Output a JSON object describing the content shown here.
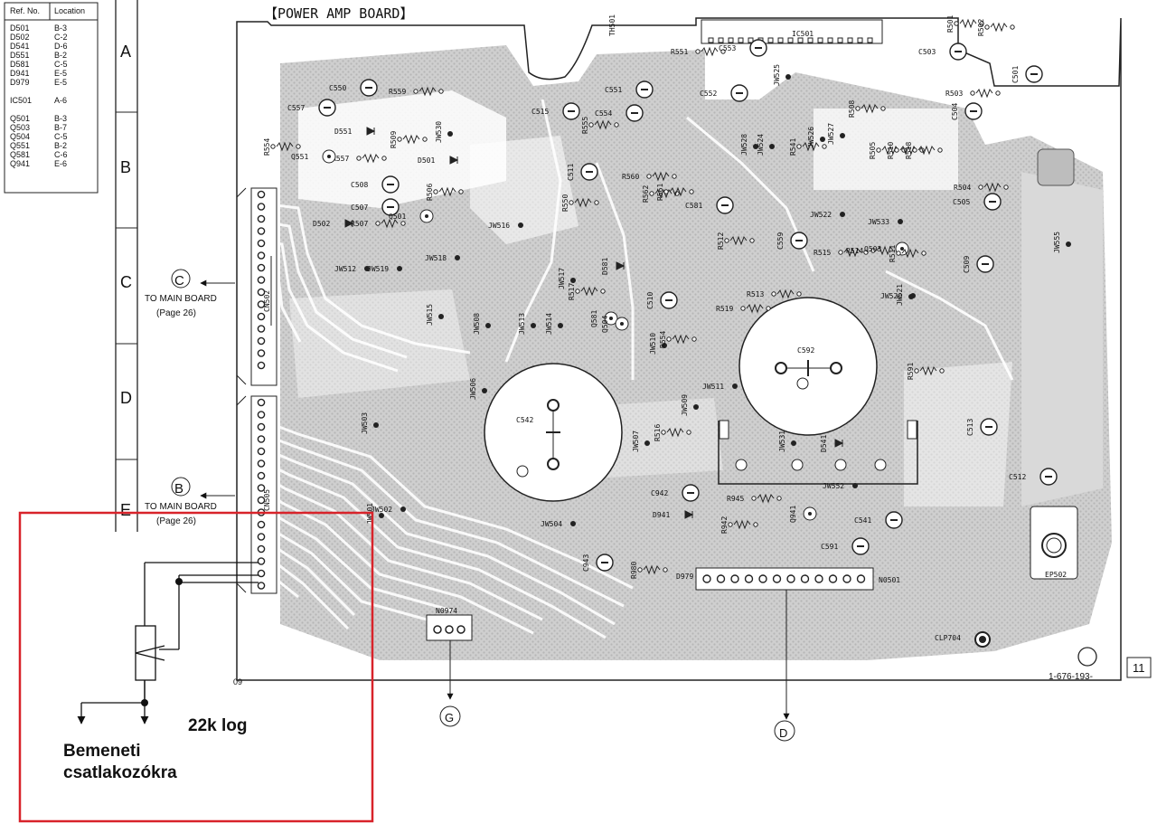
{
  "board_title": "【POWER AMP BOARD】",
  "ref_table": {
    "header": [
      "Ref. No.",
      "Location"
    ],
    "rows": [
      [
        "D501",
        "B-3"
      ],
      [
        "D502",
        "C-2"
      ],
      [
        "D541",
        "D-6"
      ],
      [
        "D551",
        "B-2"
      ],
      [
        "D581",
        "C-5"
      ],
      [
        "D941",
        "E-5"
      ],
      [
        "D979",
        "E-5"
      ],
      [
        "IC501",
        "A-6"
      ],
      [
        "Q501",
        "B-3"
      ],
      [
        "Q503",
        "B-7"
      ],
      [
        "Q504",
        "C-5"
      ],
      [
        "Q551",
        "B-2"
      ],
      [
        "Q581",
        "C-6"
      ],
      [
        "Q941",
        "E-6"
      ]
    ]
  },
  "zones": [
    "A",
    "B",
    "C",
    "D",
    "E"
  ],
  "connectors": {
    "c": {
      "letter": "C",
      "label": "TO MAIN BOARD",
      "page": "(Page 26)",
      "name": "CN502"
    },
    "b": {
      "letter": "B",
      "label": "TO MAIN BOARD",
      "page": "(Page 26)",
      "name": "CN505"
    },
    "g": {
      "letter": "G",
      "name": "N0974"
    },
    "d": {
      "letter": "D",
      "name": "N0501"
    }
  },
  "big_caps": [
    "C542",
    "C592"
  ],
  "components": [
    "IC501",
    "TH501",
    "R551",
    "C553",
    "C550",
    "R559",
    "C557",
    "C515",
    "C551",
    "C552",
    "C554",
    "C503",
    "R501",
    "R502",
    "C501",
    "R503",
    "C504",
    "D551",
    "R557",
    "R554",
    "Q551",
    "R509",
    "D501",
    "JW530",
    "R555",
    "JW525",
    "R508",
    "R505",
    "R510",
    "R518",
    "R504",
    "C505",
    "C508",
    "C507",
    "R507",
    "Q501",
    "R506",
    "D502",
    "C511",
    "R550",
    "R560",
    "R562",
    "R561",
    "C581",
    "JW528",
    "JW524",
    "R541",
    "JW526",
    "JW527",
    "JW516",
    "JW533",
    "JW522",
    "JW512",
    "JW519",
    "JW518",
    "D581",
    "R517",
    "Q581",
    "R512",
    "R513",
    "C559",
    "R515",
    "R514",
    "Q503",
    "R511",
    "C509",
    "JW555",
    "C510",
    "R519",
    "JW520",
    "JW521",
    "JW515",
    "JW508",
    "JW513",
    "JW514",
    "JW517",
    "Q504",
    "JW510",
    "R554",
    "JW511",
    "R591",
    "JW506",
    "JW509",
    "JW507",
    "R516",
    "JW531",
    "D541",
    "C513",
    "C512",
    "JW503",
    "JW502",
    "JW501",
    "JW504",
    "C942",
    "R945",
    "R942",
    "Q941",
    "D941",
    "C541",
    "C591",
    "JW552",
    "C943",
    "R980",
    "D979",
    "EP502",
    "CLP704"
  ],
  "board_id": "1-676-193-",
  "page_tag": "11",
  "corner_code": "09",
  "annotation": {
    "pot_label": "22k log",
    "line1": "Bemeneti",
    "line2": "csatlakozókra",
    "box_color": "#d8232a"
  }
}
